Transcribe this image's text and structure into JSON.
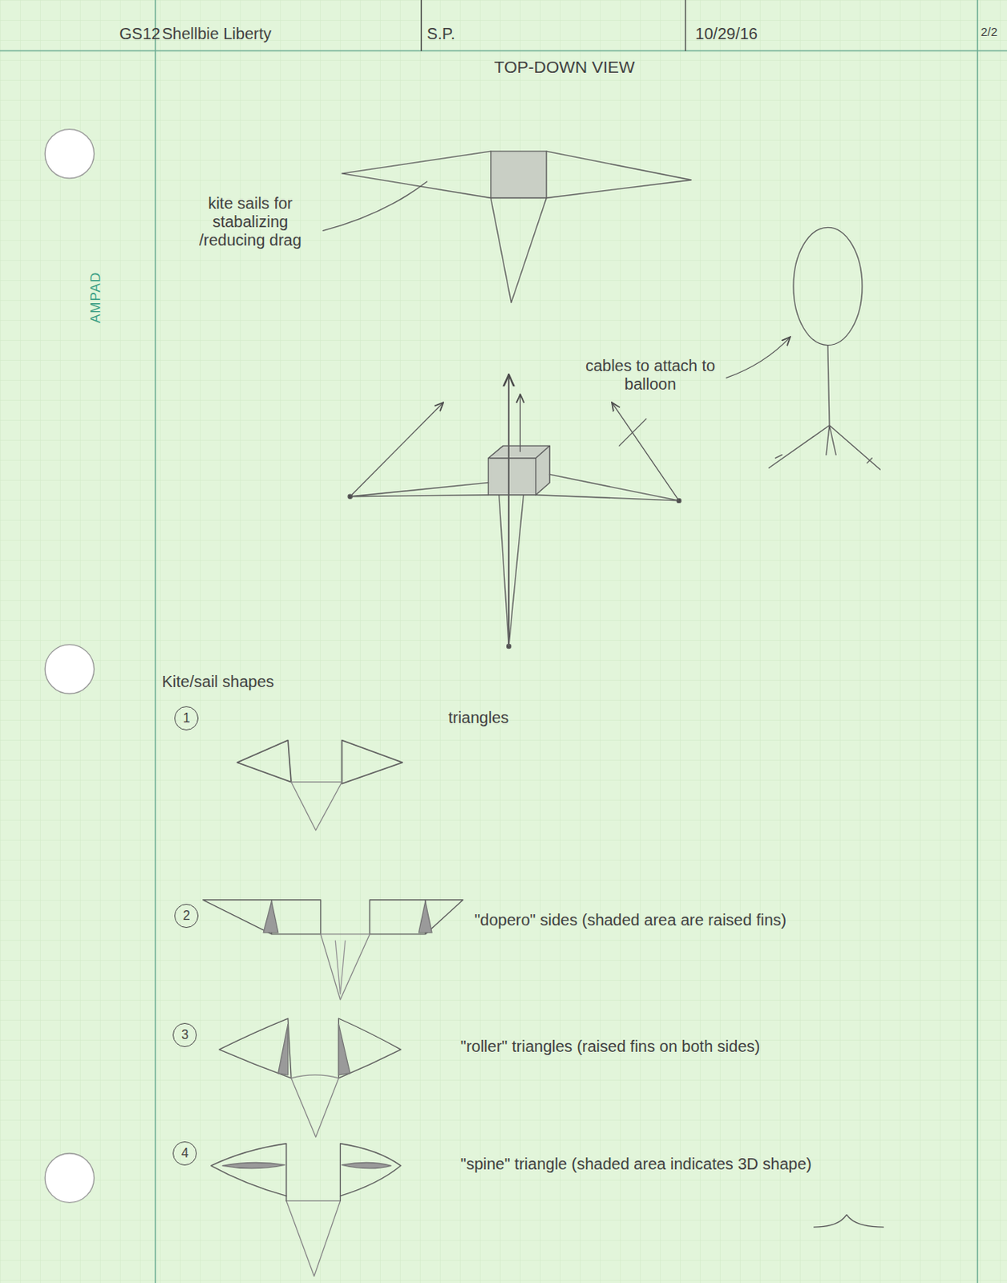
{
  "diagram": {
    "title": "TOP-DOWN VIEW",
    "nodes": [
      {
        "text": [
          "1"
        ]
      },
      {
        "text": [
          "2"
        ]
      },
      {
        "text": [
          "3"
        ]
      },
      {
        "text": [
          "4"
        ]
      }
    ],
    "labels": [
      "GS12",
      "Shellbie Liberty",
      "S.P.",
      "10/29/16",
      "2/2",
      "kite sails for stabalizing /reducing drag",
      "cables to attach to balloon",
      "AMPAD",
      "Kite/sail shapes",
      "triangles",
      "\"dopero\" sides (shaded area are raised fins)",
      "\"roller\" triangles (raised fins on both sides)",
      "\"spine\" triangle (shaded area indicates 3D shape)"
    ]
  }
}
